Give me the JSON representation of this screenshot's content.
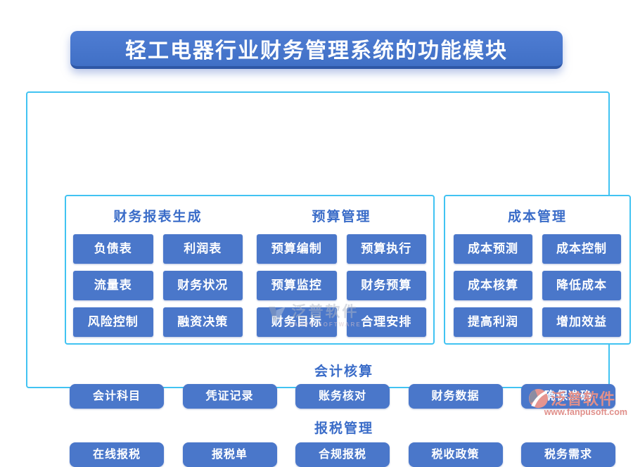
{
  "title": "轻工电器行业财务管理系统的功能模块",
  "colors": {
    "title_bg": "#4472c8",
    "title_edge": "#2e57a6",
    "button_bg": "#4a77ca",
    "panel_border": "#41c3f2",
    "header_text": "#3a6cc8",
    "logo_accent": "#e08f8a"
  },
  "panels": [
    {
      "header": "财务报表生成",
      "buttons": [
        "负债表",
        "利润表",
        "流量表",
        "财务状况",
        "风险控制",
        "融资决策"
      ]
    },
    {
      "header": "预算管理",
      "buttons": [
        "预算编制",
        "预算执行",
        "预算监控",
        "财务预算",
        "财务目标",
        "合理安排"
      ]
    },
    {
      "header": "成本管理",
      "buttons": [
        "成本预测",
        "成本控制",
        "成本核算",
        "降低成本",
        "提高利润",
        "增加效益"
      ]
    }
  ],
  "sections": [
    {
      "header": "会计核算",
      "buttons": [
        "会计科目",
        "凭证记录",
        "账务核对",
        "财务数据",
        "确保准确"
      ]
    },
    {
      "header": "报税管理",
      "buttons": [
        "在线报税",
        "报税单",
        "合规报税",
        "税收政策",
        "税务需求"
      ]
    }
  ],
  "watermark": {
    "text": "泛普软件",
    "subtext": "FANPU SOFTWARE"
  },
  "logo": {
    "name": "泛普软件",
    "url": "www.fanpusoft.com"
  }
}
